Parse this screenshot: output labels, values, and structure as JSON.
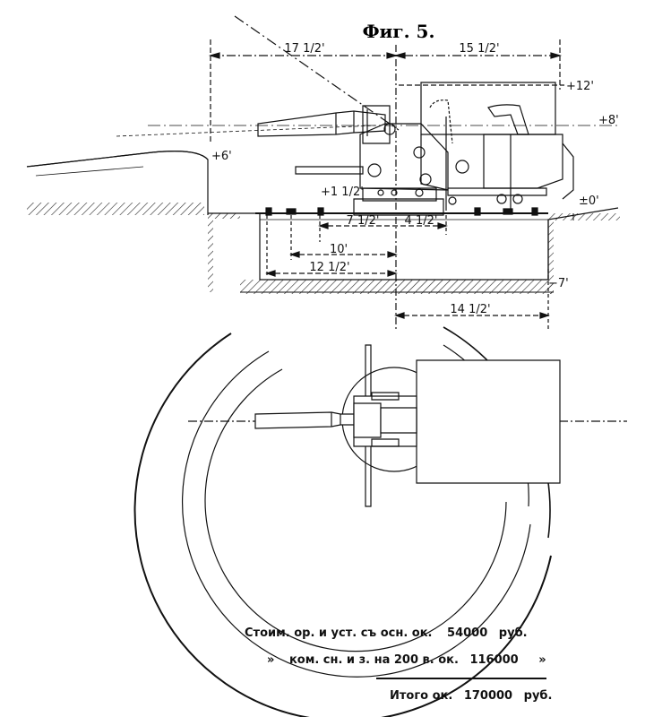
{
  "figure": {
    "title": "Фиг. 5."
  },
  "dimensions": {
    "top_left": "17 1/2'",
    "top_right": "15 1/2'",
    "level_plus12": "+12'",
    "level_plus8": "+8'",
    "level_plus6": "+6'",
    "level_plus1_5": "+1 1/2'",
    "level_zero": "±0'",
    "level_minus7": "−7'",
    "inner_7_5": "7 1/2'",
    "inner_4_5": "4 1/2'",
    "span_10": "10'",
    "span_12_5": "12 1/2'",
    "span_14_5": "14 1/2'"
  },
  "costs": {
    "line1": {
      "text": "Стоим. ор. и уст. съ осн. ок.",
      "amount": "54000",
      "unit": "руб."
    },
    "line2": {
      "prefix": "»",
      "text": "ком. сн. и з. на 200 в. ок.",
      "amount": "116000",
      "suffix": "»"
    },
    "total": {
      "text": "Итого ок.",
      "amount": "170000",
      "unit": "руб."
    }
  }
}
